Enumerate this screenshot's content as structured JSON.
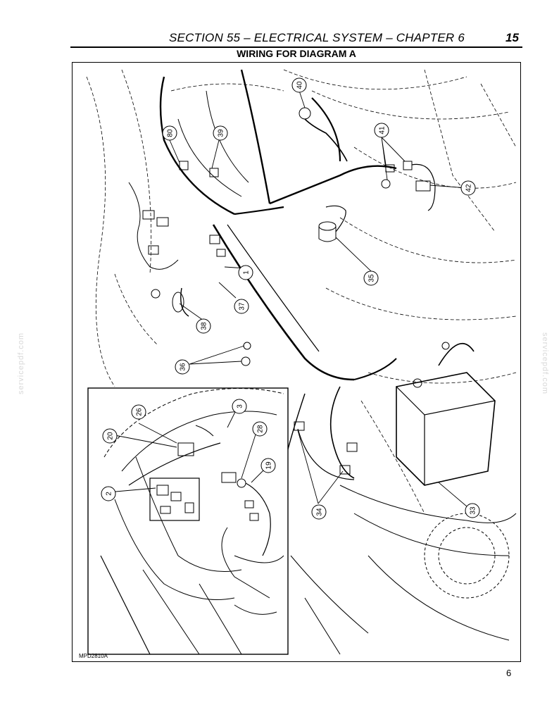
{
  "header": {
    "section_title": "SECTION 55 – ELECTRICAL SYSTEM – CHAPTER 6",
    "page_number": "15"
  },
  "figure": {
    "title": "WIRING FOR DIAGRAM A",
    "code": "MPD2810A",
    "callouts": {
      "c40": "40",
      "c80": "80",
      "c39": "39",
      "c41": "41",
      "c42": "42",
      "c35": "35",
      "c1": "1",
      "c37": "37",
      "c38": "38",
      "c36": "36",
      "c26": "26",
      "c3": "3",
      "c20": "20",
      "c28": "28",
      "c19": "19",
      "c2": "2",
      "c34": "34",
      "c33": "33"
    }
  },
  "footer": {
    "figure_number": "6"
  },
  "watermark": "servicepdf.com"
}
